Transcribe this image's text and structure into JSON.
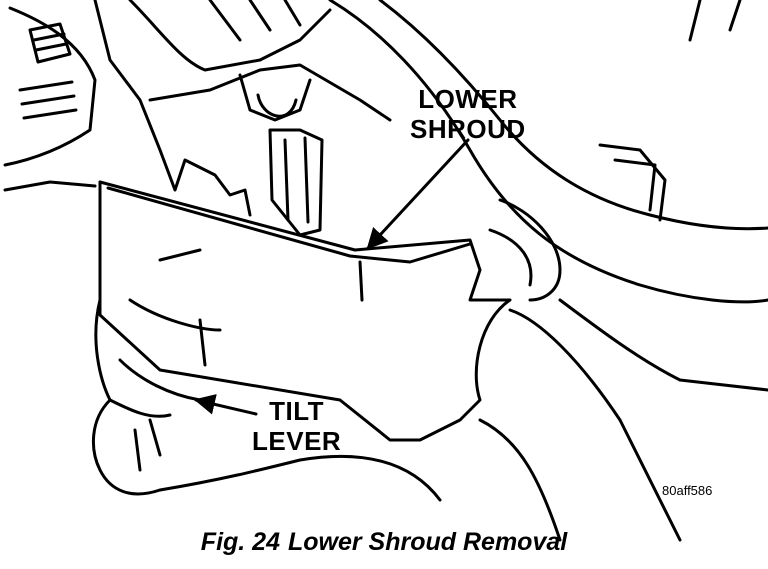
{
  "callouts": {
    "lower_shroud": {
      "line1": "LOWER",
      "line2": "SHROUD"
    },
    "tilt_lever": {
      "line1": "TILT",
      "line2": "LEVER"
    }
  },
  "ref_code": "80aff586",
  "caption": {
    "fig": "Fig. 24",
    "title": "Lower Shroud Removal"
  },
  "colors": {
    "ink": "#000000",
    "paper": "#ffffff"
  }
}
